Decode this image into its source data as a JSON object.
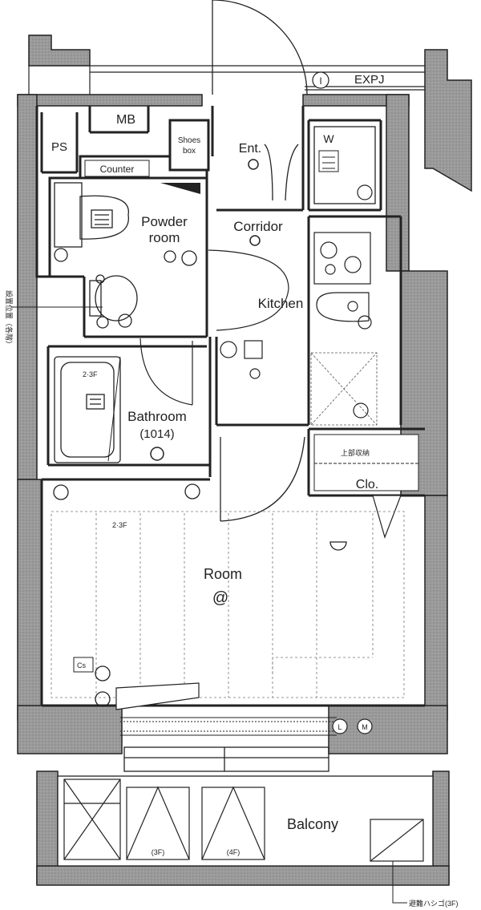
{
  "labels": {
    "mb": "MB",
    "ps": "PS",
    "counter": "Counter",
    "shoes_box_1": "Shoes",
    "shoes_box_2": "box",
    "entrance": "Ent.",
    "washer": "W",
    "expj": "EXPJ",
    "expj_marker": "I",
    "powder_room_1": "Powder",
    "powder_room_2": "room",
    "corridor": "Corridor",
    "kitchen": "Kitchen",
    "bathroom": "Bathroom",
    "bathroom_code": "(1014)",
    "closet": "Clo.",
    "room": "Room",
    "room_symbol": "@",
    "balcony": "Balcony",
    "level_note_1": "2·3F",
    "level_note_2": "2·3F",
    "fixture_3f": "(3F)",
    "fixture_4f": "(4F)",
    "ladder_note": "避難ハシゴ(3F)",
    "left_side_note": "設置位置（各階）",
    "closet_top_note": "上部収納",
    "outlet_m": "M",
    "outlet_l": "L",
    "outlet_cs": "Cs"
  }
}
